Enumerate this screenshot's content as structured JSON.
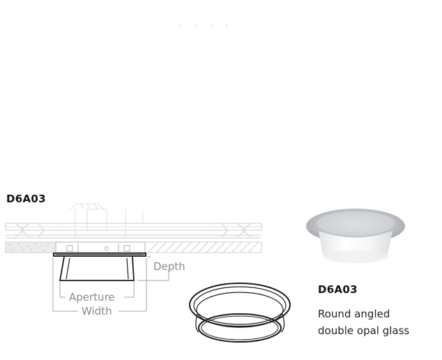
{
  "product": {
    "code": "D6A03",
    "description_line1": "Round angled",
    "description_line2": "double opal glass"
  },
  "diagram": {
    "label_depth": "Depth",
    "label_aperture": "Aperture",
    "label_width": "Width"
  }
}
